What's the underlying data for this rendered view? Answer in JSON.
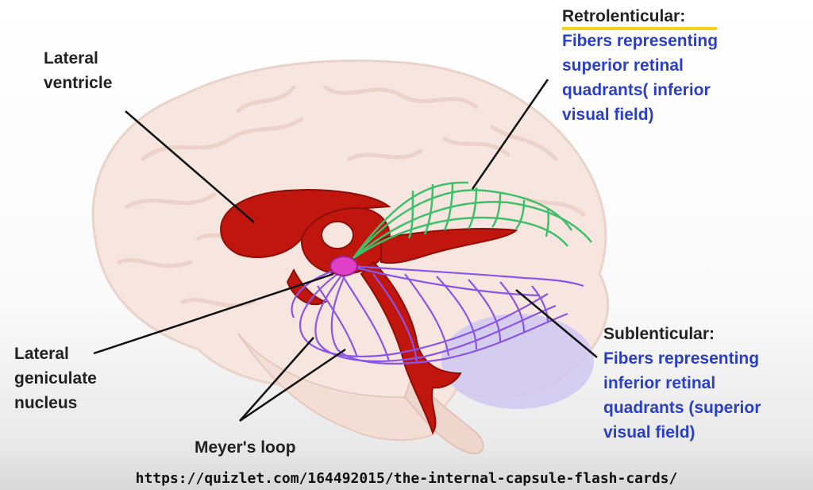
{
  "labels": {
    "lateral_ventricle": [
      "Lateral",
      "ventricle"
    ],
    "lgn": [
      "Lateral",
      "geniculate",
      "nucleus"
    ],
    "meyers_loop": "Meyer's loop",
    "retro_title": "Retrolenticular:",
    "retro_body": [
      "Fibers representing",
      "superior retinal",
      "quadrants( inferior",
      "visual field)"
    ],
    "sub_title": "Sublenticular:",
    "sub_body": [
      "Fibers representing",
      "inferior retinal",
      "quadrants (superior",
      "visual field)"
    ]
  },
  "source_url": "https://quizlet.com/164492015/the-internal-capsule-flash-cards/",
  "colors": {
    "ventricle": "#c0160e",
    "lgn": "#e040c8",
    "retrolenticular_fibers": "#3fbf6a",
    "sublenticular_fibers": "#8a55e8",
    "cerebellum": "#cfc8f2",
    "brain": "#f6e6df",
    "label_blue": "#2a3fc9",
    "highlight": "#f4d21b"
  }
}
